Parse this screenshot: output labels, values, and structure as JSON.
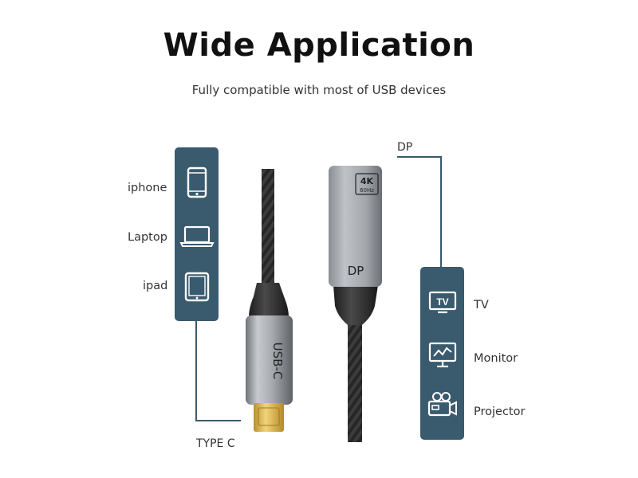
{
  "title": "Wide Application",
  "subtitle": "Fully compatible with most of USB devices",
  "left_devices": [
    {
      "label": "iphone",
      "icon": "smartphone-icon"
    },
    {
      "label": "Laptop",
      "icon": "laptop-icon"
    },
    {
      "label": "ipad",
      "icon": "tablet-icon"
    }
  ],
  "right_devices": [
    {
      "label": "TV",
      "icon": "tv-icon"
    },
    {
      "label": "Monitor",
      "icon": "monitor-icon"
    },
    {
      "label": "Projector",
      "icon": "projector-icon"
    }
  ],
  "usbc_connector_label": "USB-C",
  "dp_connector_label": "DP",
  "dp_badge_4k": "4K",
  "dp_badge_hz": "60Hz",
  "type_c_label": "TYPE C",
  "dp_port_label": "DP",
  "colors": {
    "panel": "#3a5a6e",
    "line": "#3a5a6e",
    "cable": "#2b2b2b",
    "housing": "#9ea2a8",
    "gold": "#e0b84a"
  }
}
